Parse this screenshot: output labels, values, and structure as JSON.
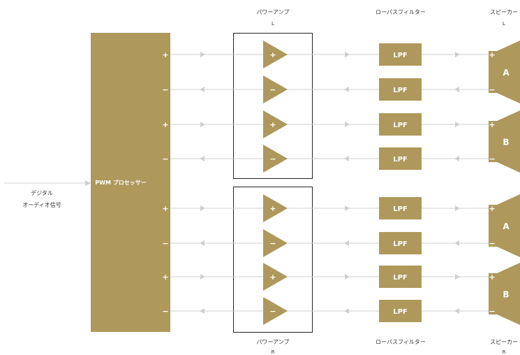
{
  "colors": {
    "gold": "#ae985b",
    "line": "#cfcfcf",
    "box": "#222222"
  },
  "headers": {
    "amp": "パワーアンプ",
    "lpf": "ローパスフィルター",
    "speaker": "スピーカー",
    "left": "L",
    "right": "R"
  },
  "input": {
    "line1": "デジタル",
    "line2": "オーディオ信号"
  },
  "processor": {
    "label": "PWM プロセッサー"
  },
  "signs": {
    "plus": "+",
    "minus": "−"
  },
  "lpf_label": "LPF",
  "speakers": {
    "a": "A",
    "b": "B"
  }
}
